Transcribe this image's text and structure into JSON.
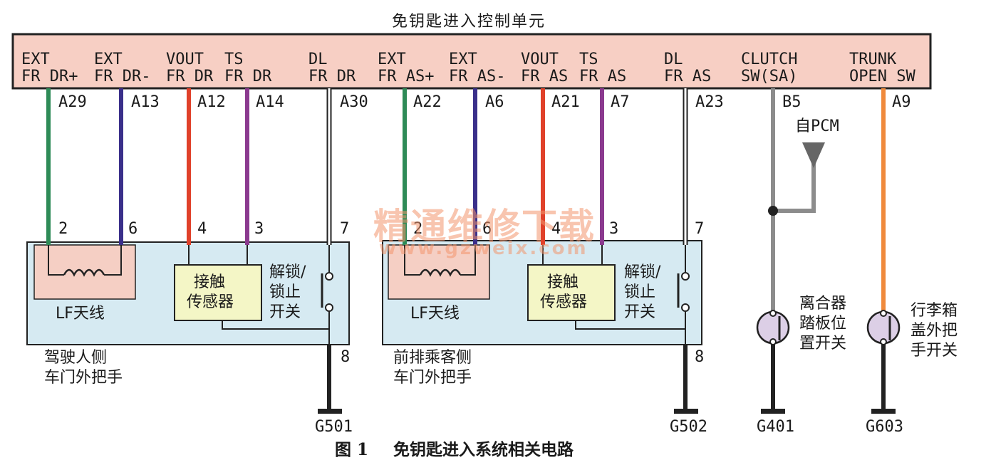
{
  "module": {
    "title": "免钥匙进入控制单元",
    "pin_labels": [
      {
        "line1": "EXT",
        "line2": "FR DR+"
      },
      {
        "line1": "EXT",
        "line2": "FR DR-"
      },
      {
        "line1": "VOUT",
        "line2": "FR DR"
      },
      {
        "line1": "TS",
        "line2": "FR DR"
      },
      {
        "line1": "DL",
        "line2": "FR DR"
      },
      {
        "line1": "EXT",
        "line2": "FR AS+"
      },
      {
        "line1": "EXT",
        "line2": "FR AS-"
      },
      {
        "line1": "VOUT",
        "line2": "FR AS"
      },
      {
        "line1": "TS",
        "line2": "FR AS"
      },
      {
        "line1": "DL",
        "line2": "FR AS"
      },
      {
        "line1": "CLUTCH",
        "line2": "SW(SA)"
      },
      {
        "line1": "TRUNK",
        "line2": "OPEN SW"
      }
    ]
  },
  "pins": [
    "A29",
    "A13",
    "A12",
    "A14",
    "A30",
    "A22",
    "A6",
    "A21",
    "A7",
    "A23",
    "B5",
    "A9"
  ],
  "connector_pins": [
    "2",
    "6",
    "4",
    "3",
    "7",
    "2",
    "6",
    "4",
    "3",
    "7"
  ],
  "from_pcm": "自PCM",
  "ground_pins": [
    "8",
    "8"
  ],
  "left_handle": {
    "antenna_label": "LF天线",
    "sensor_label_1": "接触",
    "sensor_label_2": "传感器",
    "switch_label_1": "解锁/",
    "switch_label_2": "锁止",
    "switch_label_3": "开关",
    "caption_1": "驾驶人侧",
    "caption_2": "车门外把手"
  },
  "right_handle": {
    "antenna_label": "LF天线",
    "sensor_label_1": "接触",
    "sensor_label_2": "传感器",
    "switch_label_1": "解锁/",
    "switch_label_2": "锁止",
    "switch_label_3": "开关",
    "caption_1": "前排乘客侧",
    "caption_2": "车门外把手"
  },
  "clutch_switch": {
    "label_1": "离合器",
    "label_2": "踏板位",
    "label_3": "置开关"
  },
  "trunk_switch": {
    "label_1": "行李箱",
    "label_2": "盖外把",
    "label_3": "手开关"
  },
  "grounds": [
    "G501",
    "G502",
    "G401",
    "G603"
  ],
  "watermark": {
    "text": "精通维修下载",
    "url": "www.gzweix.com"
  },
  "caption": {
    "number": "图 1",
    "title": "免钥匙进入系统相关电路"
  },
  "colors": {
    "module_fill": "#f7cfc4",
    "handle_fill": "#d6eaf2",
    "sensor_fill": "#f4f6c6",
    "switch_fill": "#dccfe6",
    "green": "#2e8b57",
    "blue": "#3a2f8a",
    "red": "#e0412a",
    "purple": "#8b3a8f",
    "gray": "#8c8c8c",
    "orange": "#f08a3c"
  }
}
